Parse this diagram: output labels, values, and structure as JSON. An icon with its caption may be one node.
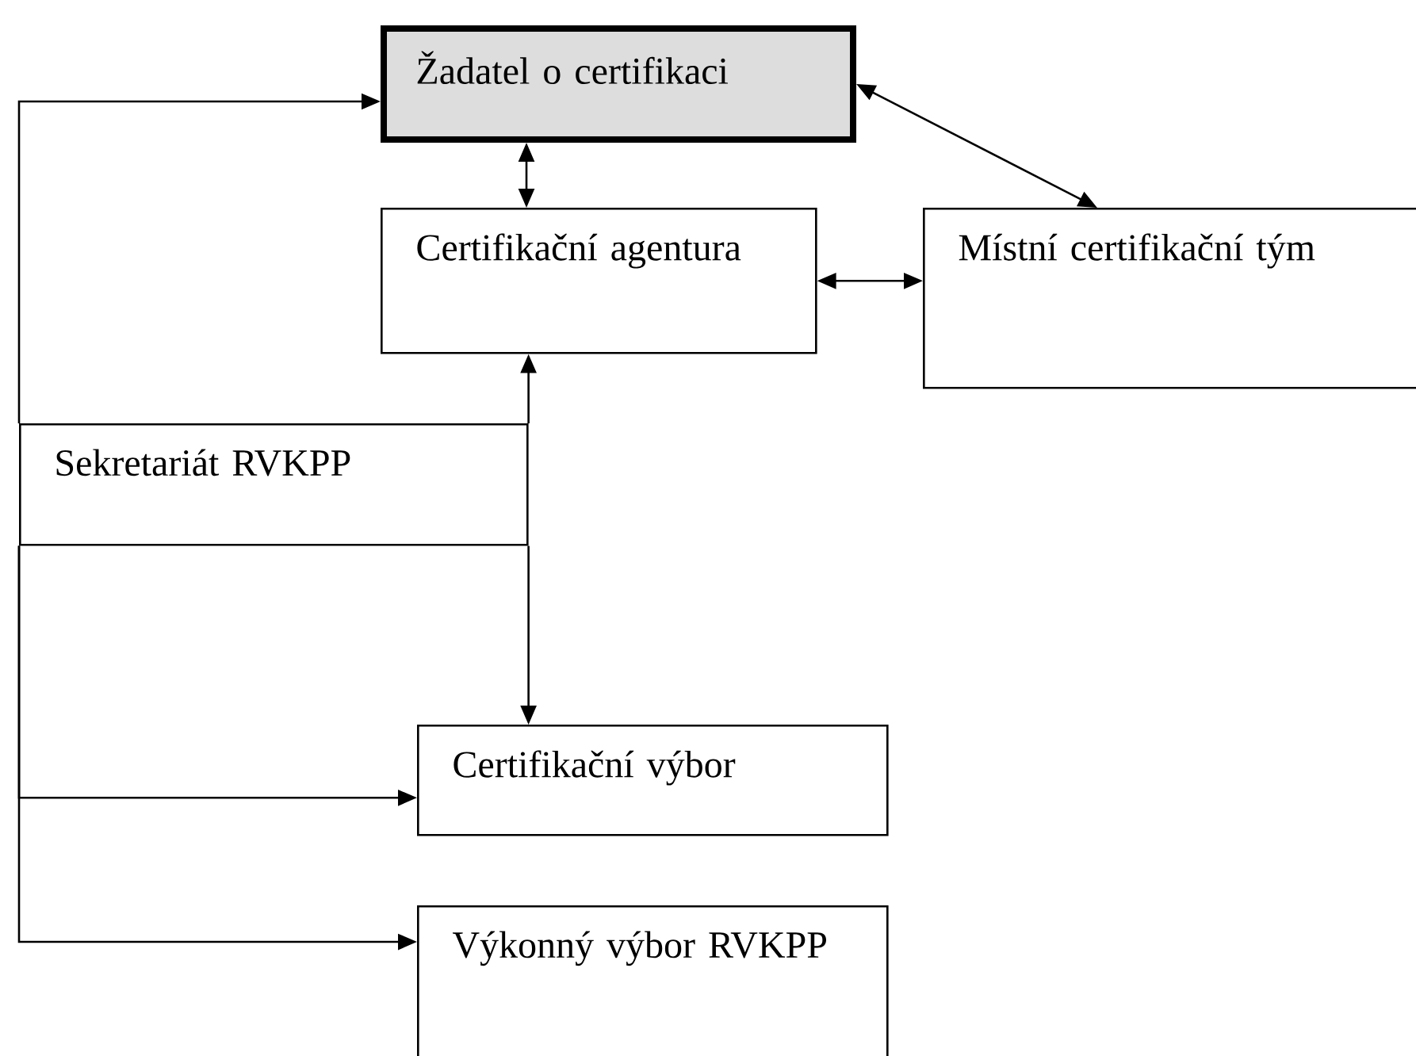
{
  "diagram": {
    "nodes": [
      {
        "text": [
          "Žadatel o certifikaci"
        ]
      },
      {
        "text": [
          "Certifikační agentura"
        ]
      },
      {
        "text": [
          "Místní certifikační tým"
        ]
      },
      {
        "text": [
          "Sekretariát RVKPP"
        ]
      },
      {
        "text": [
          "Certifikační výbor"
        ]
      },
      {
        "text": [
          "Výkonný výbor RVKPP"
        ]
      }
    ],
    "edges": [
      {
        "from": 0,
        "to": 1,
        "arrow": "both"
      },
      {
        "from": 1,
        "to": 2,
        "arrow": "both"
      },
      {
        "from": 0,
        "to": 2,
        "arrow": "both"
      },
      {
        "from": 3,
        "to": 0,
        "arrow": "to"
      },
      {
        "from": 3,
        "to": 1,
        "arrow": "to"
      },
      {
        "from": 3,
        "to": 4,
        "arrow": "to"
      },
      {
        "from": 3,
        "to": 4,
        "arrow": "to"
      },
      {
        "from": 3,
        "to": 5,
        "arrow": "to"
      }
    ]
  }
}
